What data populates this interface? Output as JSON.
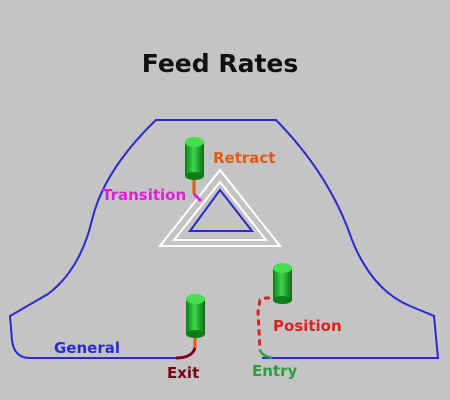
{
  "title": "Feed Rates",
  "labels": {
    "retract": "Retract",
    "transition": "Transition",
    "position": "Position",
    "general": "General",
    "exit": "Exit",
    "entry": "Entry"
  },
  "colors": {
    "background": "#c4c4c4",
    "title": "#111111",
    "general": "#2a2ad0",
    "retract": "#e05a10",
    "transition": "#e020d8",
    "position": "#e02020",
    "exit": "#7a0018",
    "entry": "#2aa040",
    "toolpath": "#ffffff",
    "tool": "#22b02a"
  }
}
